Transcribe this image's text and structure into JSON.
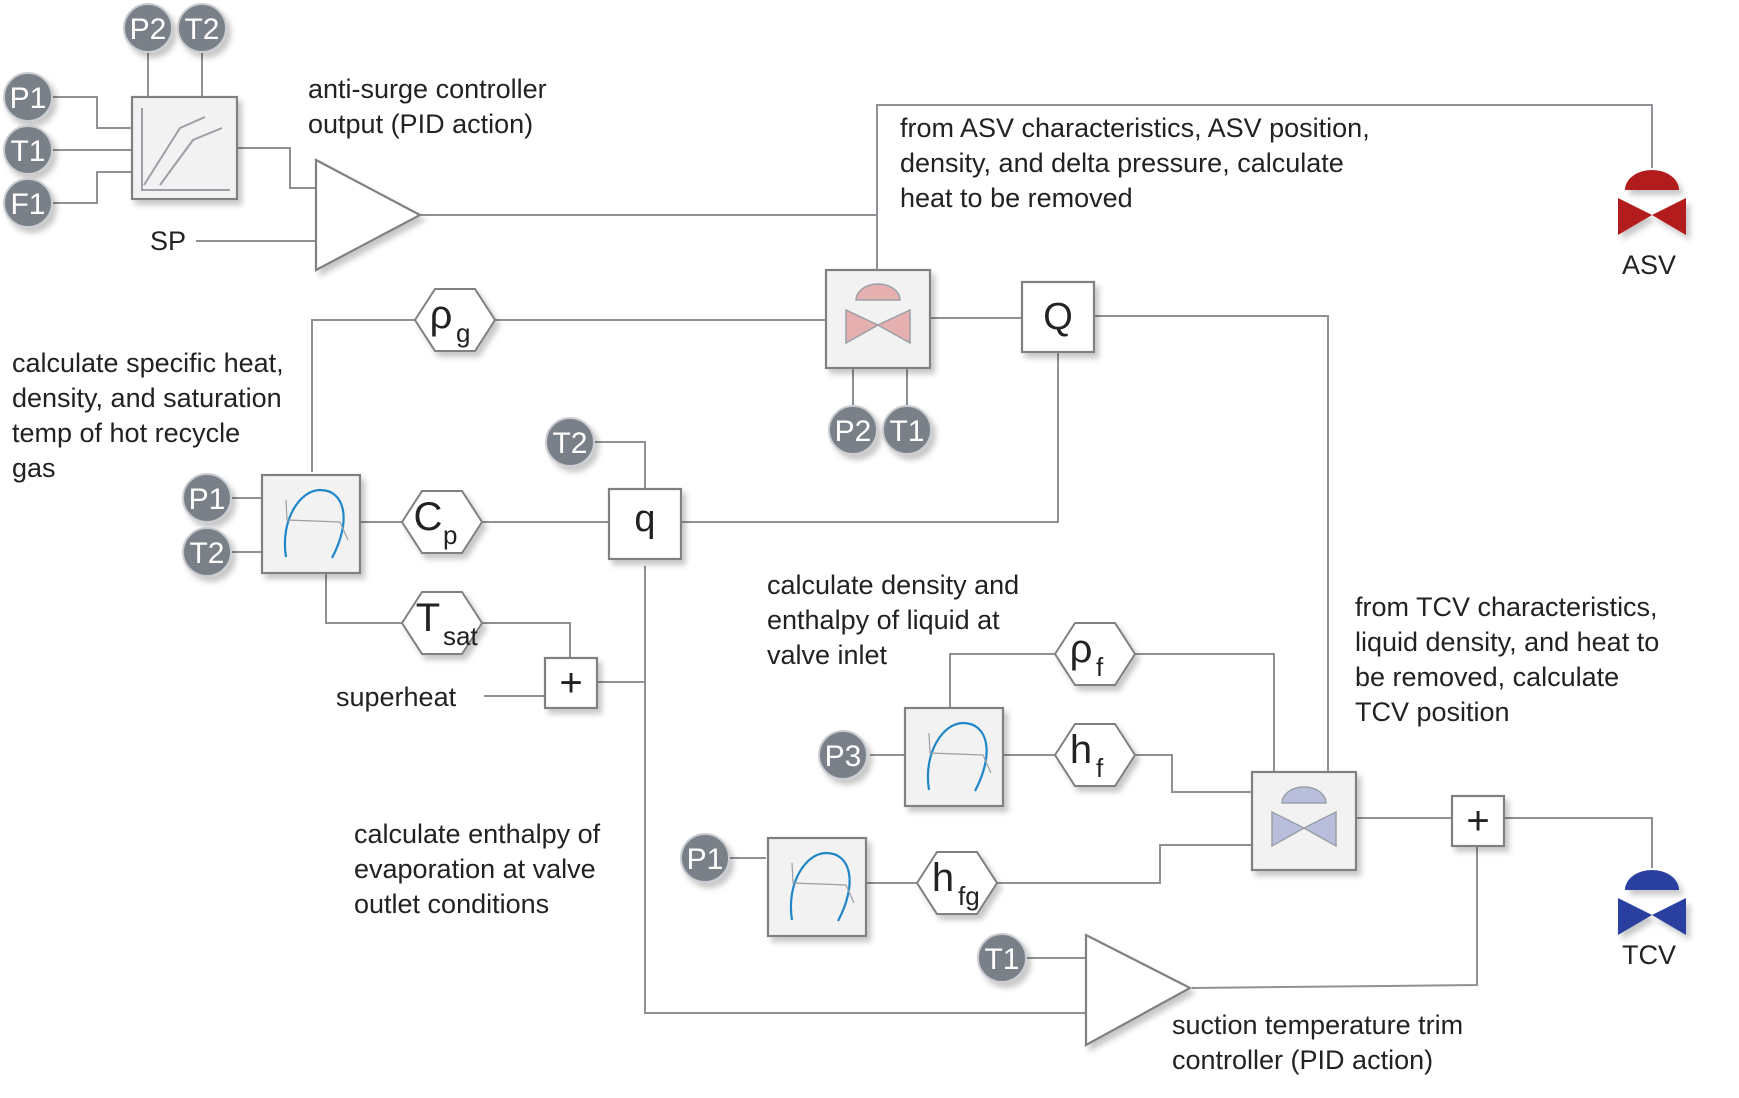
{
  "colors": {
    "line": "#8e9296",
    "block_stroke": "#808080",
    "block_shadow": "#c4c4c4",
    "tag_fill": "#7a8087",
    "tag_text": "#ffffff",
    "curve": "#1f86c8",
    "asv_valve": "#b31b1b",
    "tcv_valve": "#2c3fa0",
    "asv_calc_valve": "#e6b0b0",
    "tcv_calc_valve": "#b8bedb",
    "text": "#222222"
  },
  "annotations": {
    "anti_surge": [
      "anti-surge controller",
      "output (PID action)"
    ],
    "asv_heat": [
      "from ASV characteristics, ASV position,",
      "density, and delta pressure, calculate",
      "heat to be removed"
    ],
    "specific_heat": [
      "calculate specific heat,",
      "density, and saturation",
      "temp of hot recycle",
      "gas"
    ],
    "liquid_props": [
      "calculate density and",
      "enthalpy of liquid at",
      "valve inlet"
    ],
    "tcv_position": [
      "from TCV characteristics,",
      "liquid density, and heat to",
      "be removed, calculate",
      "TCV position"
    ],
    "enthalpy_evap": [
      "calculate enthalpy of",
      "evaporation at valve",
      "outlet conditions"
    ],
    "suction_trim": [
      "suction temperature trim",
      "controller (PID action)"
    ]
  },
  "labels": {
    "sp": "SP",
    "superheat": "superheat",
    "asv": "ASV",
    "tcv": "TCV"
  },
  "tags": {
    "p2_top": "P2",
    "t2_top": "T2",
    "p1_top": "P1",
    "t1_top": "T1",
    "f1_top": "F1",
    "p2_valve": "P2",
    "t1_valve": "T1",
    "t2_q": "T2",
    "p1_mid": "P1",
    "t2_mid": "T2",
    "p3": "P3",
    "p1_low": "P1",
    "t1_low": "T1"
  },
  "blocks": {
    "Q": "Q",
    "q": "q",
    "plus": "+"
  },
  "hexes": {
    "rho_g": {
      "main": "ρ",
      "sub": "g"
    },
    "cp": {
      "main": "C",
      "sub": "p"
    },
    "tsat": {
      "main": "T",
      "sub": "sat"
    },
    "rho_f": {
      "main": "ρ",
      "sub": "f"
    },
    "hf": {
      "main": "h",
      "sub": "f"
    },
    "hfg": {
      "main": "h",
      "sub": "fg"
    }
  }
}
